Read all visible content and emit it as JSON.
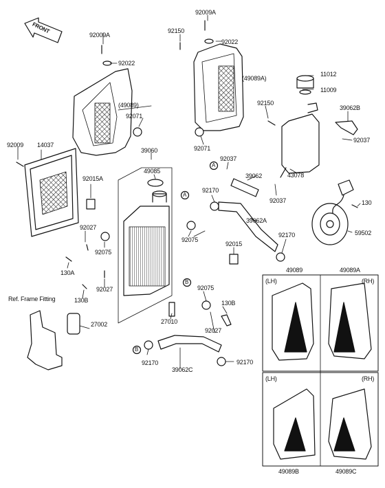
{
  "diagram": {
    "front_arrow": "FRONT",
    "ref_frame_fitting": "Ref. Frame Fitting",
    "parts": {
      "p92009A_top": "92009A",
      "p92022_top": "92022",
      "p92150_top": "92150",
      "p92009A_left": "92009A",
      "p92022_left": "92022",
      "p49089A_paren": "(49089A)",
      "p11012": "11012",
      "p11009": "11009",
      "p49089_paren": "(49089)",
      "p92071_left": "92071",
      "p92150_right": "92150",
      "p39062B": "39062B",
      "p92009": "92009",
      "p14037": "14037",
      "p92071_mid": "92071",
      "p92037_right": "92037",
      "p39060": "39060",
      "p49085": "49085",
      "p92037_mid": "92037",
      "p39062": "39062",
      "p43078": "43078",
      "p92015A": "92015A",
      "p92170_a": "92170",
      "p92037_low": "92037",
      "p130_right": "130",
      "p39062A": "39062A",
      "p92027_a": "92027",
      "p92075_a": "92075",
      "p92015": "92015",
      "p92170_b": "92170",
      "p59502": "59502",
      "p92075_b": "92075",
      "p130A": "130A",
      "p92027_b": "92027",
      "p49089_box": "49089",
      "p49089A_box": "49089A",
      "p92075_c": "92075",
      "p130B_left": "130B",
      "p130B_mid": "130B",
      "p27010": "27010",
      "p92027_c": "92027",
      "p27002": "27002",
      "p92170_c": "92170",
      "p39062C": "39062C",
      "p92170_d": "92170",
      "p49089B": "49089B",
      "p49089C": "49089C"
    },
    "callouts": {
      "A": "A",
      "B": "B"
    },
    "inset_labels": {
      "lh": "(LH)",
      "rh": "(RH)"
    }
  }
}
